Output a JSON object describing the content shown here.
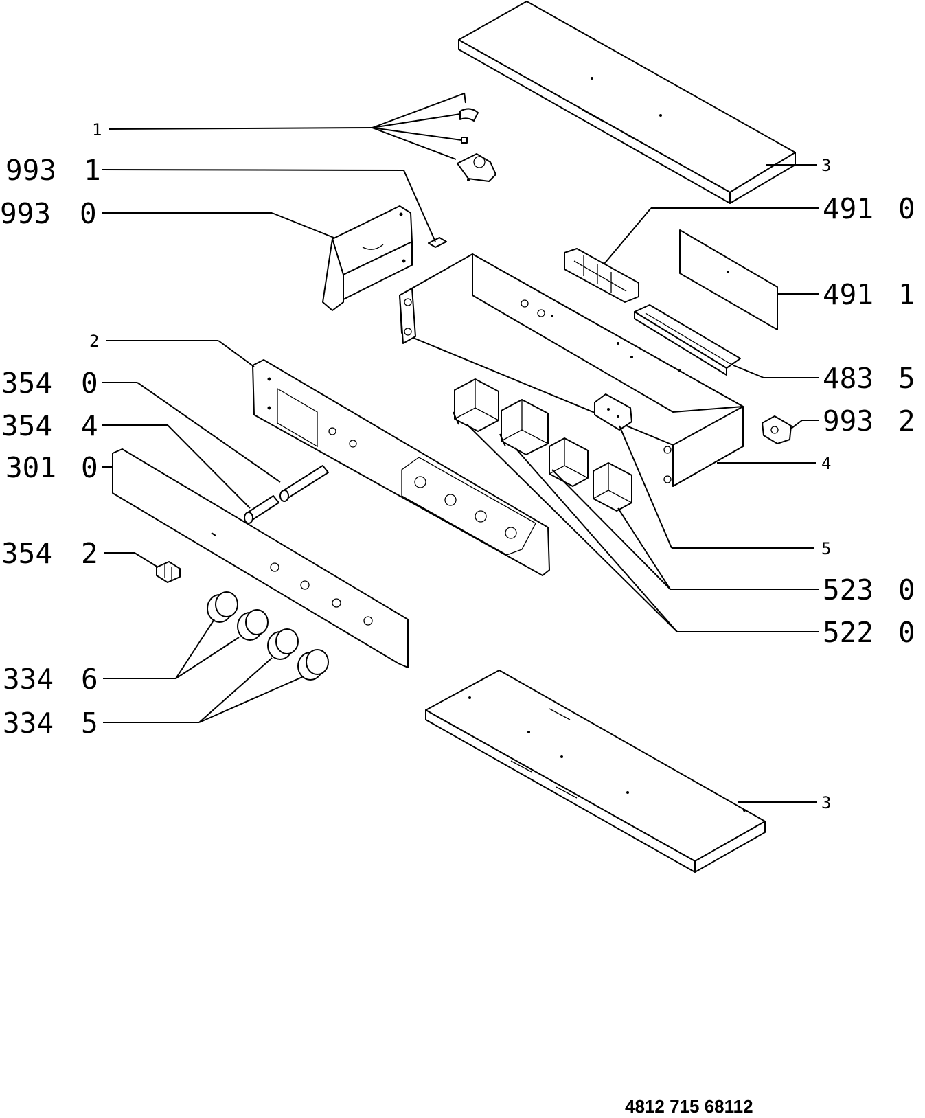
{
  "callouts": {
    "c1": {
      "code": "1"
    },
    "c993_1": {
      "code": "993",
      "sub": "1"
    },
    "c993_0": {
      "code": "993",
      "sub": "0"
    },
    "c2": {
      "code": "2"
    },
    "c354_0": {
      "code": "354",
      "sub": "0"
    },
    "c354_4": {
      "code": "354",
      "sub": "4"
    },
    "c301_0": {
      "code": "301",
      "sub": "0"
    },
    "c354_2": {
      "code": "354",
      "sub": "2"
    },
    "c334_6": {
      "code": "334",
      "sub": "6"
    },
    "c334_5": {
      "code": "334",
      "sub": "5"
    },
    "c3_top": {
      "code": "3"
    },
    "c491_0": {
      "code": "491",
      "sub": "0"
    },
    "c491_1": {
      "code": "491",
      "sub": "1"
    },
    "c483_5": {
      "code": "483",
      "sub": "5"
    },
    "c993_2": {
      "code": "993",
      "sub": "2"
    },
    "c4": {
      "code": "4"
    },
    "c5": {
      "code": "5"
    },
    "c523_0": {
      "code": "523",
      "sub": "0"
    },
    "c522_0": {
      "code": "522",
      "sub": "0"
    },
    "c3_bottom": {
      "code": "3"
    }
  },
  "document_number": "4812 715 68112"
}
